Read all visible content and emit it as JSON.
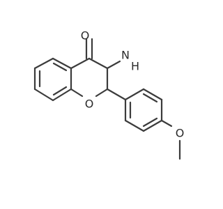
{
  "molecule": {
    "atoms": [
      {
        "id": "carbonyl-oxygen",
        "label": "O"
      },
      {
        "id": "amino-nitrogen",
        "label": "N"
      },
      {
        "id": "amino-hydrogen",
        "label": "H"
      },
      {
        "id": "ring-oxygen",
        "label": "O"
      },
      {
        "id": "methoxy-oxygen",
        "label": "O"
      }
    ],
    "bond_color": "#3b3b3b",
    "label_color": "#2b2b2b",
    "background": "#ffffff"
  }
}
